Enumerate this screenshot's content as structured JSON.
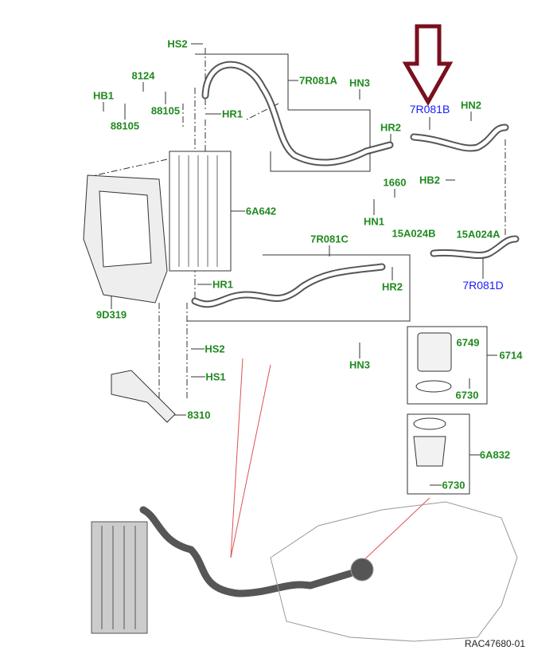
{
  "diagram": {
    "reference": "RAC47680-01",
    "highlight_color": "#7a0f1e",
    "label_color": "#1f8a1f",
    "highlight_label_color": "#1a1aff",
    "highlighted_part": "7R081B",
    "callouts": [
      {
        "id": "hs2_top",
        "text": "HS2"
      },
      {
        "id": "r7081a",
        "text": "7R081A"
      },
      {
        "id": "hn3_top",
        "text": "HN3"
      },
      {
        "id": "r7081b",
        "text": "7R081B",
        "highlighted": true
      },
      {
        "id": "hn2",
        "text": "HN2"
      },
      {
        "id": "hb1",
        "text": "HB1"
      },
      {
        "id": "p8124",
        "text": "8124"
      },
      {
        "id": "p88105a",
        "text": "88105"
      },
      {
        "id": "p88105b",
        "text": "88105"
      },
      {
        "id": "hr1_top",
        "text": "HR1"
      },
      {
        "id": "hr2_top",
        "text": "HR2"
      },
      {
        "id": "p6a642",
        "text": "6A642"
      },
      {
        "id": "p1660",
        "text": "1660"
      },
      {
        "id": "hb2",
        "text": "HB2"
      },
      {
        "id": "hn1",
        "text": "HN1"
      },
      {
        "id": "p15a024b",
        "text": "15A024B"
      },
      {
        "id": "p15a024a",
        "text": "15A024A"
      },
      {
        "id": "r7081c",
        "text": "7R081C"
      },
      {
        "id": "hr1_bot",
        "text": "HR1"
      },
      {
        "id": "hr2_bot",
        "text": "HR2"
      },
      {
        "id": "r7081d",
        "text": "7R081D",
        "highlighted": true
      },
      {
        "id": "p9d319",
        "text": "9D319"
      },
      {
        "id": "hs2_bot",
        "text": "HS2"
      },
      {
        "id": "hn3_bot",
        "text": "HN3"
      },
      {
        "id": "p6749",
        "text": "6749"
      },
      {
        "id": "p6714",
        "text": "6714"
      },
      {
        "id": "p6730a",
        "text": "6730"
      },
      {
        "id": "hs1",
        "text": "HS1"
      },
      {
        "id": "p8310",
        "text": "8310"
      },
      {
        "id": "p6a832",
        "text": "6A832"
      },
      {
        "id": "p6730b",
        "text": "6730"
      }
    ]
  }
}
